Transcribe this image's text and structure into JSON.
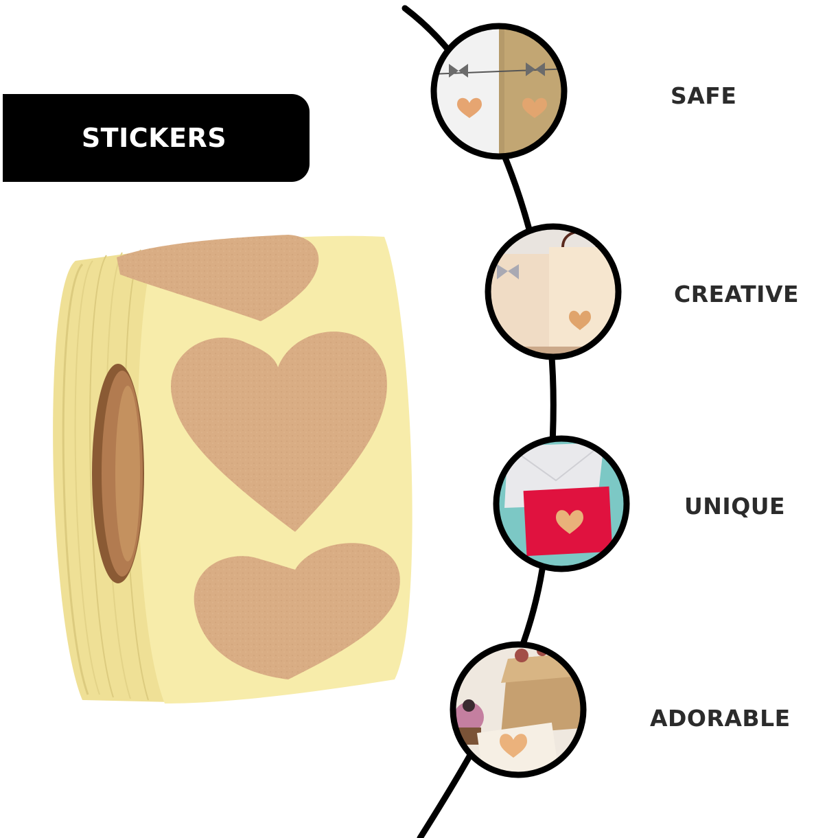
{
  "banner": {
    "label": "STICKERS"
  },
  "features": [
    {
      "label": "SAFE"
    },
    {
      "label": "CREATIVE"
    },
    {
      "label": "UNIQUE"
    },
    {
      "label": "ADORABLE"
    }
  ],
  "colors": {
    "banner_bg": "#000000",
    "banner_text": "#ffffff",
    "label_text": "#2b2b2b",
    "liner_yellow": "#f7ecaa",
    "kraft_heart": "#d9ad84",
    "core_brown": "#b27b50",
    "line": "#000000"
  }
}
